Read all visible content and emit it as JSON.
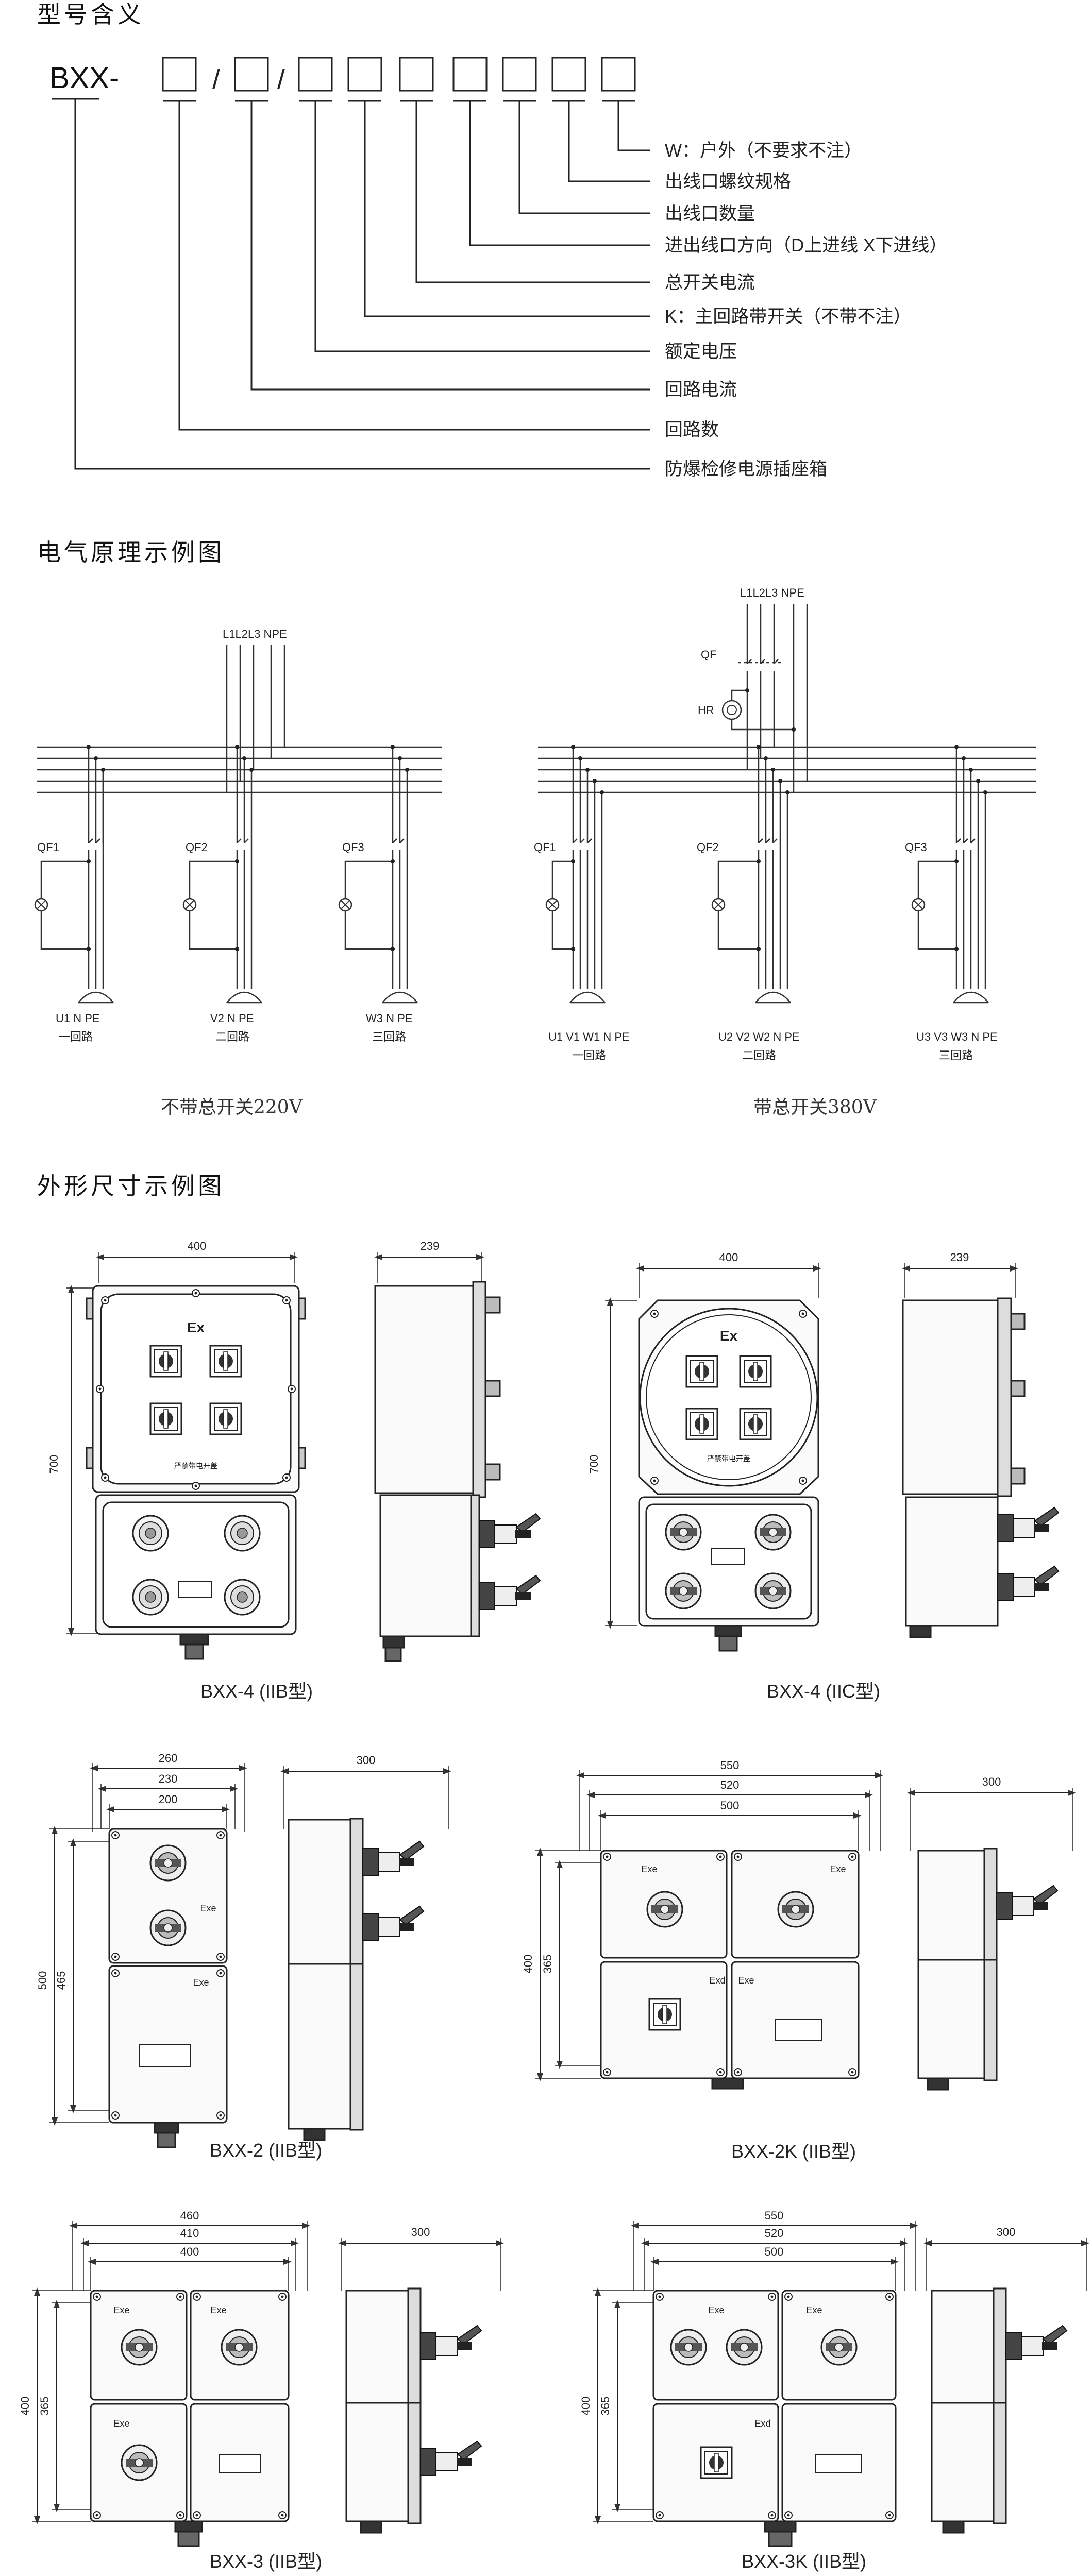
{
  "sections": {
    "model": "型号含义",
    "schematic": "电气原理示例图",
    "dimensions": "外形尺寸示例图"
  },
  "model": {
    "prefix": "BXX-",
    "slash": "/",
    "legend": [
      "W：户外（不要求不注）",
      "出线口螺纹规格",
      "出线口数量",
      "进出线口方向（D上进线 X下进线）",
      "总开关电流",
      "K：主回路带开关（不带不注）",
      "额定电压",
      "回路电流",
      "回路数",
      "防爆检修电源插座箱"
    ]
  },
  "schematic": {
    "left": {
      "supply": "L1L2L3 NPE",
      "breakers": [
        "QF1",
        "QF2",
        "QF3"
      ],
      "outputs": [
        "U1 N PE",
        "V2 N PE",
        "W3 N PE"
      ],
      "circuits": [
        "一回路",
        "二回路",
        "三回路"
      ],
      "caption": "不带总开关220V"
    },
    "right": {
      "supply": "L1L2L3 NPE",
      "main": "QF",
      "lamp": "HR",
      "breakers": [
        "QF1",
        "QF2",
        "QF3"
      ],
      "outputs": [
        "U1 V1 W1 N PE",
        "U2 V2 W2 N PE",
        "U3 V3 W3 N PE"
      ],
      "circuits": [
        "一回路",
        "二回路",
        "三回路"
      ],
      "caption": "带总开关380V"
    }
  },
  "dimensions": {
    "d1": {
      "caption": "BXX-4 (IIB型)",
      "w": "400",
      "h": "700",
      "side": "239",
      "ex": "Ex",
      "plate": "严禁带电开盖"
    },
    "d2": {
      "caption": "BXX-4  (IIC型)",
      "w": "400",
      "h": "700",
      "side": "239",
      "ex": "Ex",
      "plate": "严禁带电开盖"
    },
    "d3": {
      "caption": "BXX-2 (IIB型)",
      "w1": "260",
      "w2": "230",
      "w3": "200",
      "h1": "500",
      "h2": "465",
      "side": "300",
      "exe": "Exe"
    },
    "d4": {
      "caption": "BXX-2K  (IIB型)",
      "w1": "550",
      "w2": "520",
      "w3": "500",
      "h1": "400",
      "h2": "365",
      "side": "300",
      "exe": "Exe",
      "exd": "Exd"
    },
    "d5": {
      "caption": "BXX-3 (IIB型)",
      "w1": "460",
      "w2": "410",
      "w3": "400",
      "h1": "400",
      "h2": "365",
      "side": "300",
      "exe": "Exe"
    },
    "d6": {
      "caption": "BXX-3K  (IIB型)",
      "w1": "550",
      "w2": "520",
      "w3": "500",
      "h1": "400",
      "h2": "365",
      "side": "300",
      "exe": "Exe",
      "exd": "Exd"
    }
  }
}
